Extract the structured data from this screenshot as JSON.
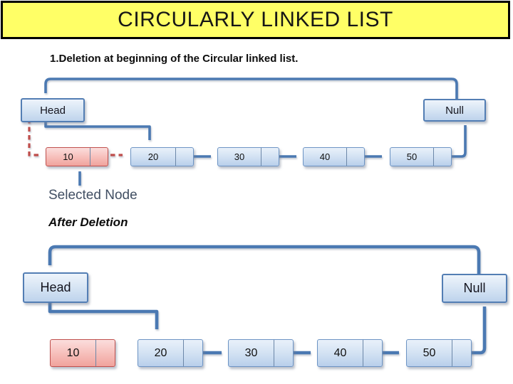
{
  "slide": {
    "title": "CIRCULARLY LINKED LIST",
    "subtitle": "1.Deletion at beginning of the Circular linked list.",
    "after_heading": "After Deletion"
  },
  "colors": {
    "banner_bg": "#ffff66",
    "banner_border": "#000000",
    "link_blue": "#4b79b2",
    "link_red_dashed": "#bf4d4a",
    "node_blue_border": "#6d94c4",
    "node_blue_fill": "#d3e2f3",
    "node_red_border": "#c0504d",
    "node_red_fill": "#f7c0bc",
    "selected_label_color": "#414f63"
  },
  "before": {
    "head_label": "Head",
    "null_label": "Null",
    "selected_label": "Selected Node",
    "nodes": [
      {
        "value": "10",
        "highlight": true
      },
      {
        "value": "20",
        "highlight": false
      },
      {
        "value": "30",
        "highlight": false
      },
      {
        "value": "40",
        "highlight": false
      },
      {
        "value": "50",
        "highlight": false
      }
    ]
  },
  "after": {
    "head_label": "Head",
    "null_label": "Null",
    "nodes": [
      {
        "value": "10",
        "highlight": true
      },
      {
        "value": "20",
        "highlight": false
      },
      {
        "value": "30",
        "highlight": false
      },
      {
        "value": "40",
        "highlight": false
      },
      {
        "value": "50",
        "highlight": false
      }
    ]
  }
}
